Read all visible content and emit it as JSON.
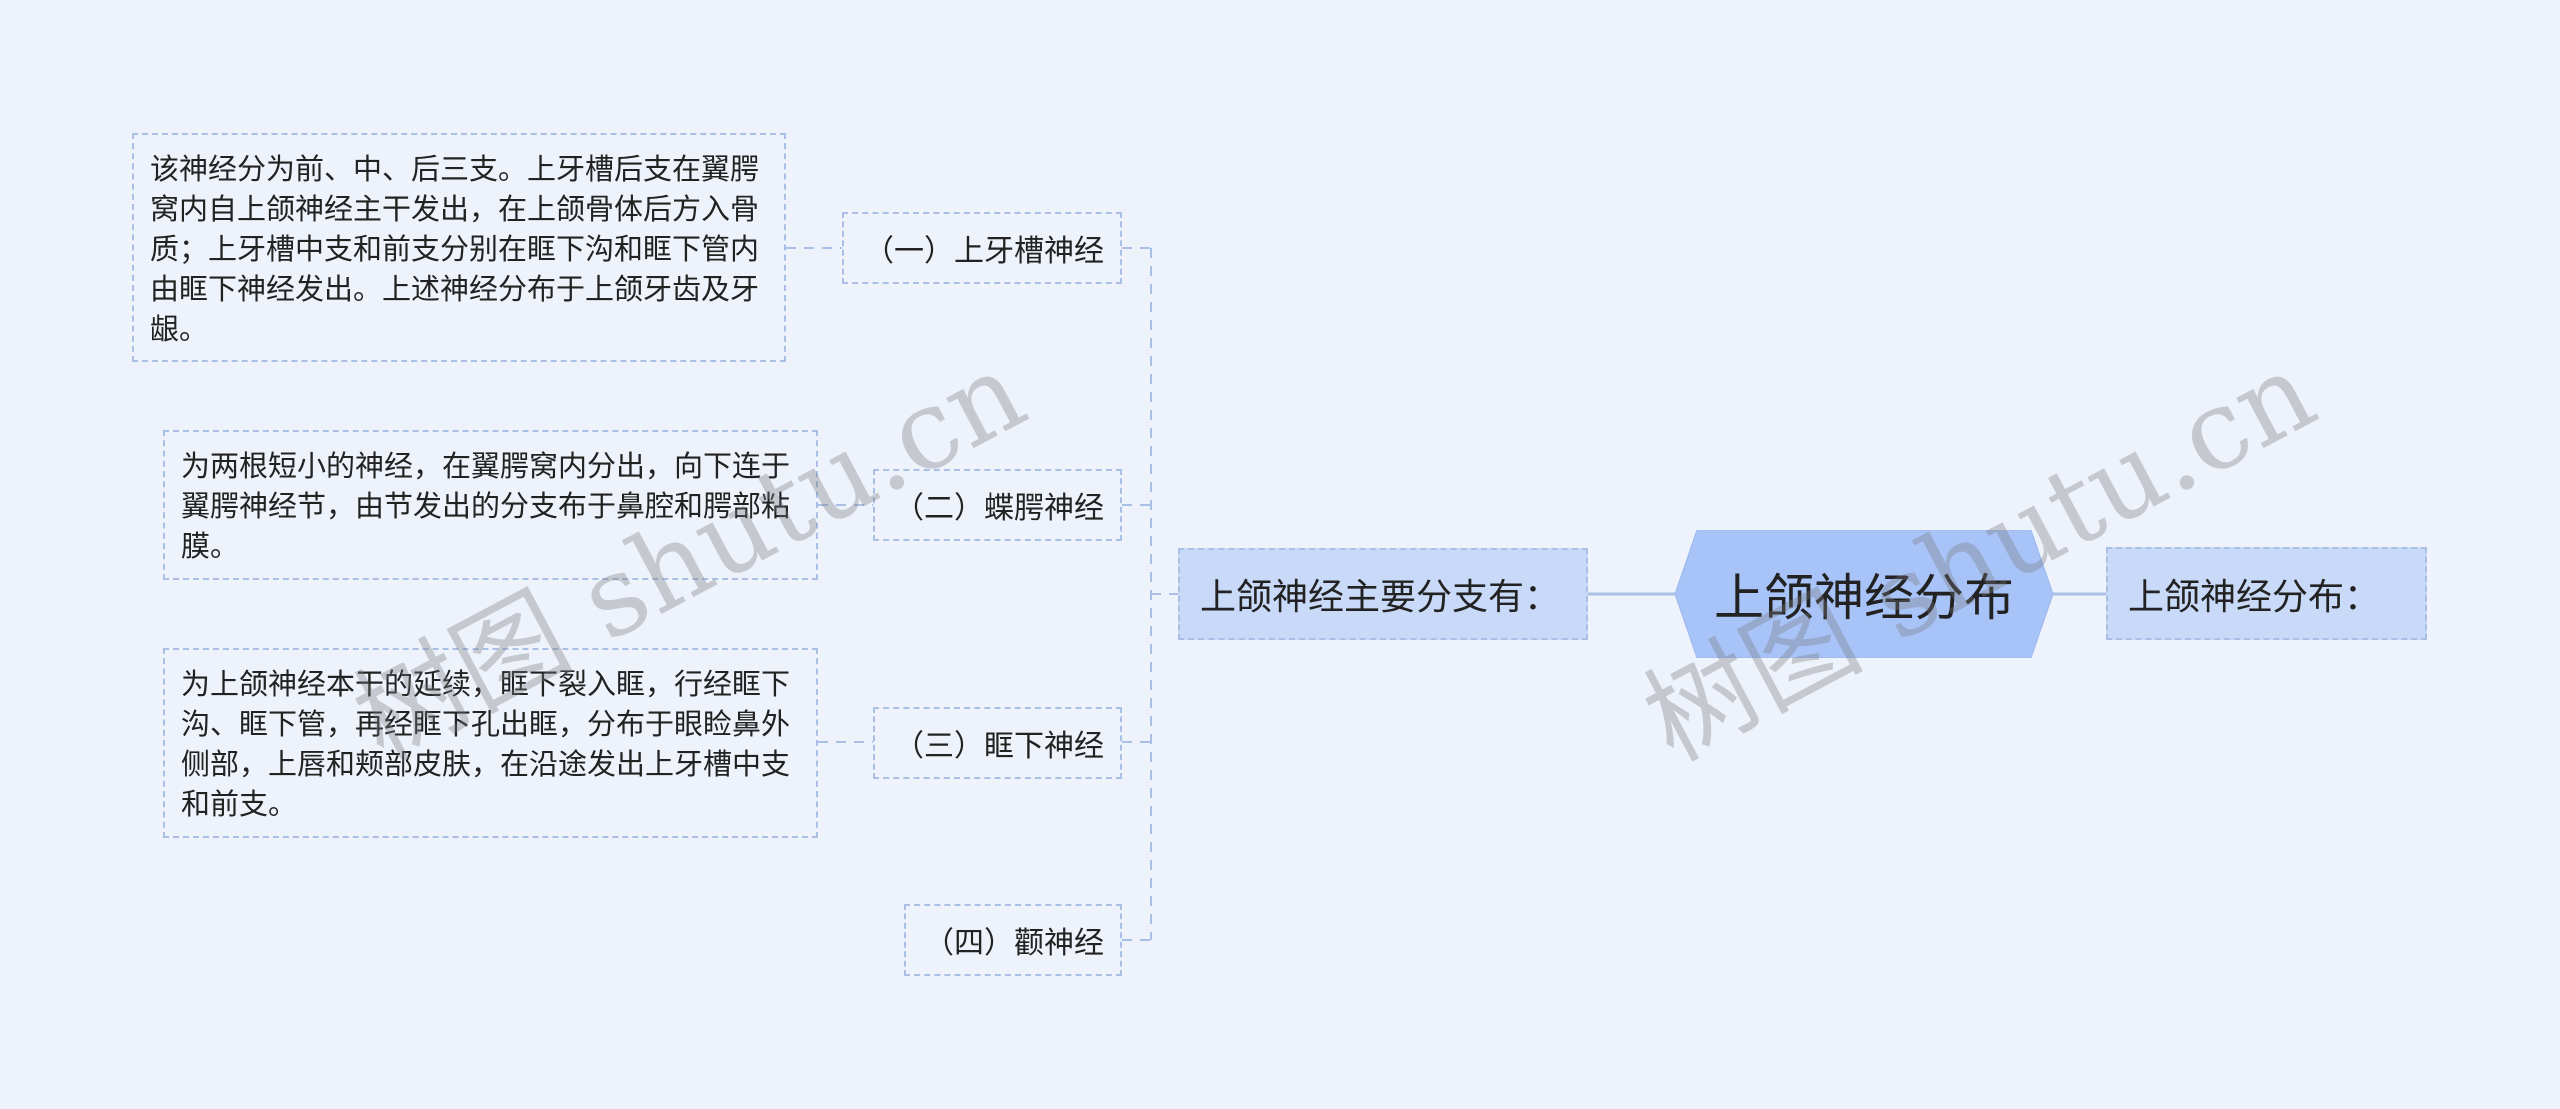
{
  "root": {
    "label": "上颌神经分布"
  },
  "left_main": {
    "label": "上颌神经主要分支有："
  },
  "right_main": {
    "label": "上颌神经分布："
  },
  "branches": [
    {
      "label": "（一）上牙槽神经",
      "description": "该神经分为前、中、后三支。上牙槽后支在翼腭窝内自上颌神经主干发出，在上颌骨体后方入骨质；上牙槽中支和前支分别在眶下沟和眶下管内由眶下神经发出。上述神经分布于上颌牙齿及牙龈。"
    },
    {
      "label": "（二）蝶腭神经",
      "description": "为两根短小的神经，在翼腭窝内分出，向下连于翼腭神经节，由节发出的分支布于鼻腔和腭部粘膜。"
    },
    {
      "label": "（三）眶下神经",
      "description": "为上颌神经本干的延续，眶下裂入眶，行经眶下沟、眶下管，再经眶下孔出眶，分布于眼睑鼻外侧部，上唇和颊部皮肤，在沿途发出上牙槽中支和前支。"
    },
    {
      "label": "（四）颧神经"
    }
  ],
  "watermarks": [
    "树图 shutu.cn",
    "树图 shutu.cn"
  ],
  "colors": {
    "background": "#eef3fb",
    "root_fill": "#a8c3f7",
    "main_fill": "#c9daf8",
    "border": "#a9bfe6"
  }
}
